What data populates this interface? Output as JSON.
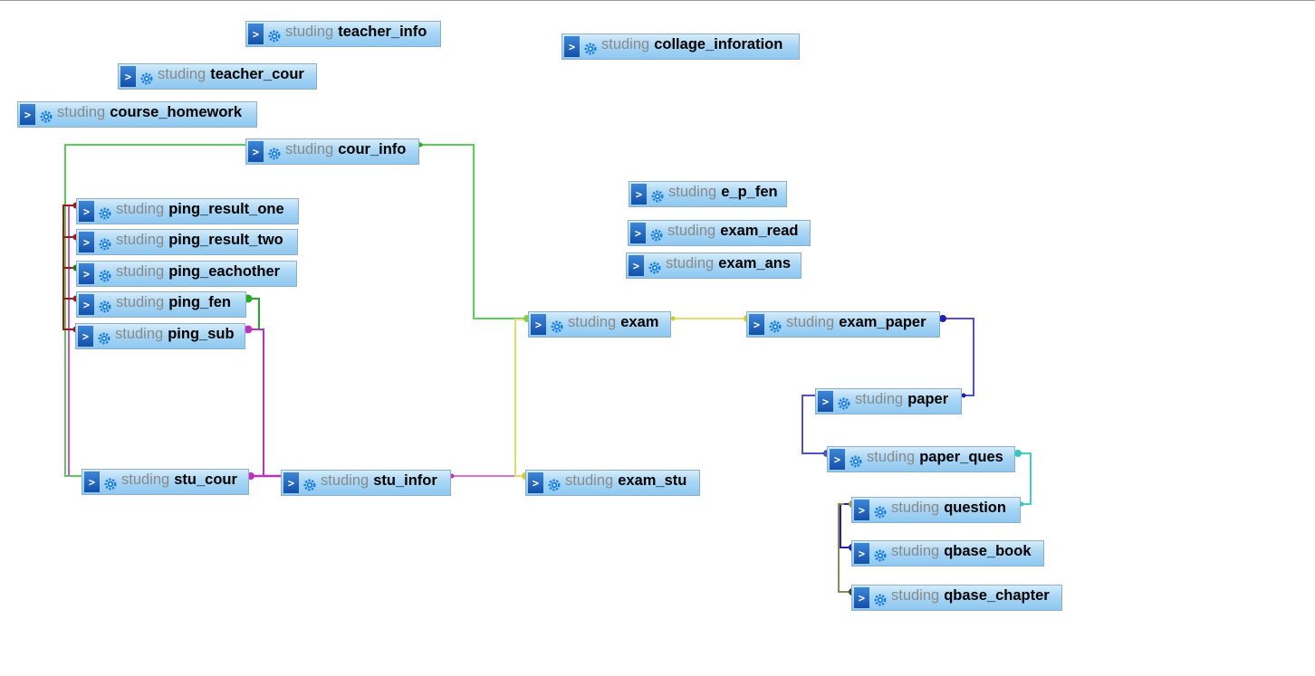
{
  "diagram": {
    "schema": "studing",
    "nodes": [
      {
        "id": "teacher_info",
        "label": "teacher_info"
      },
      {
        "id": "collage_inforation",
        "label": "collage_inforation"
      },
      {
        "id": "teacher_cour",
        "label": "teacher_cour"
      },
      {
        "id": "course_homework",
        "label": "course_homework"
      },
      {
        "id": "cour_info",
        "label": "cour_info"
      },
      {
        "id": "e_p_fen",
        "label": "e_p_fen"
      },
      {
        "id": "ping_result_one",
        "label": "ping_result_one"
      },
      {
        "id": "exam_read",
        "label": "exam_read"
      },
      {
        "id": "ping_result_two",
        "label": "ping_result_two"
      },
      {
        "id": "exam_ans",
        "label": "exam_ans"
      },
      {
        "id": "ping_eachother",
        "label": "ping_eachother"
      },
      {
        "id": "ping_fen",
        "label": "ping_fen"
      },
      {
        "id": "exam",
        "label": "exam"
      },
      {
        "id": "exam_paper",
        "label": "exam_paper"
      },
      {
        "id": "ping_sub",
        "label": "ping_sub"
      },
      {
        "id": "paper",
        "label": "paper"
      },
      {
        "id": "paper_ques",
        "label": "paper_ques"
      },
      {
        "id": "stu_cour",
        "label": "stu_cour"
      },
      {
        "id": "stu_infor",
        "label": "stu_infor"
      },
      {
        "id": "exam_stu",
        "label": "exam_stu"
      },
      {
        "id": "question",
        "label": "question"
      },
      {
        "id": "qbase_book",
        "label": "qbase_book"
      },
      {
        "id": "qbase_chapter",
        "label": "qbase_chapter"
      }
    ],
    "links": [
      {
        "from": "cour_info",
        "to": "exam",
        "color": "#44cc44"
      },
      {
        "from": "cour_info",
        "to": "stu_cour",
        "color": "#44cc44"
      },
      {
        "from": "stu_cour",
        "to": "ping_result_one",
        "color": "#d040c8"
      },
      {
        "from": "ping_result_one",
        "to": "ping_result_two",
        "color": "#a01818"
      },
      {
        "from": "ping_result_two",
        "to": "ping_eachother",
        "color": "#a01818"
      },
      {
        "from": "ping_eachother",
        "to": "ping_fen",
        "color": "#a01818"
      },
      {
        "from": "ping_fen",
        "to": "ping_sub",
        "color": "#a01818"
      },
      {
        "from": "ping_fen",
        "to": "ping_sub",
        "color": "#22aa22"
      },
      {
        "from": "ping_sub",
        "to": "stu_cour",
        "color": "#c030c0"
      },
      {
        "from": "stu_cour",
        "to": "stu_infor",
        "color": "#c030c0"
      },
      {
        "from": "stu_infor",
        "to": "exam_stu",
        "color": "#e070d8"
      },
      {
        "from": "exam",
        "to": "exam_stu",
        "color": "#e0dc70"
      },
      {
        "from": "exam",
        "to": "exam_paper",
        "color": "#e0dc70"
      },
      {
        "from": "exam_paper",
        "to": "paper",
        "color": "#5050cc"
      },
      {
        "from": "paper",
        "to": "paper_ques",
        "color": "#5050cc"
      },
      {
        "from": "paper_ques",
        "to": "question",
        "color": "#40d0c8"
      },
      {
        "from": "question",
        "to": "qbase_book",
        "color": "#2222aa"
      },
      {
        "from": "question",
        "to": "qbase_chapter",
        "color": "#8a8a50"
      }
    ]
  }
}
